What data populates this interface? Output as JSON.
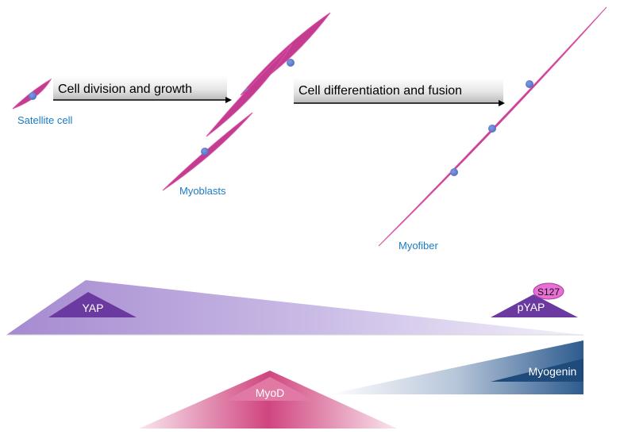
{
  "labels": {
    "satellite_cell": "Satellite cell",
    "myoblasts": "Myoblasts",
    "myofiber": "Myofiber"
  },
  "steps": {
    "step1": "Cell division and growth",
    "step2": "Cell differentiation and fusion"
  },
  "proteins": {
    "yap": "YAP",
    "pyap": "pYAP",
    "phospho_site": "S127",
    "myogenin": "Myogenin",
    "myod": "MyoD"
  },
  "colors": {
    "cell": "#c43c8f",
    "nucleus": "#5f7ed4",
    "label_blue": "#1b7cc4",
    "yap_purple": "#6b3aa0",
    "yap_gradient": "#a58ad0",
    "myogenin_blue": "#2f5d8f",
    "myod_pink": "#d0457f",
    "s127_pink": "#e86fd6"
  }
}
